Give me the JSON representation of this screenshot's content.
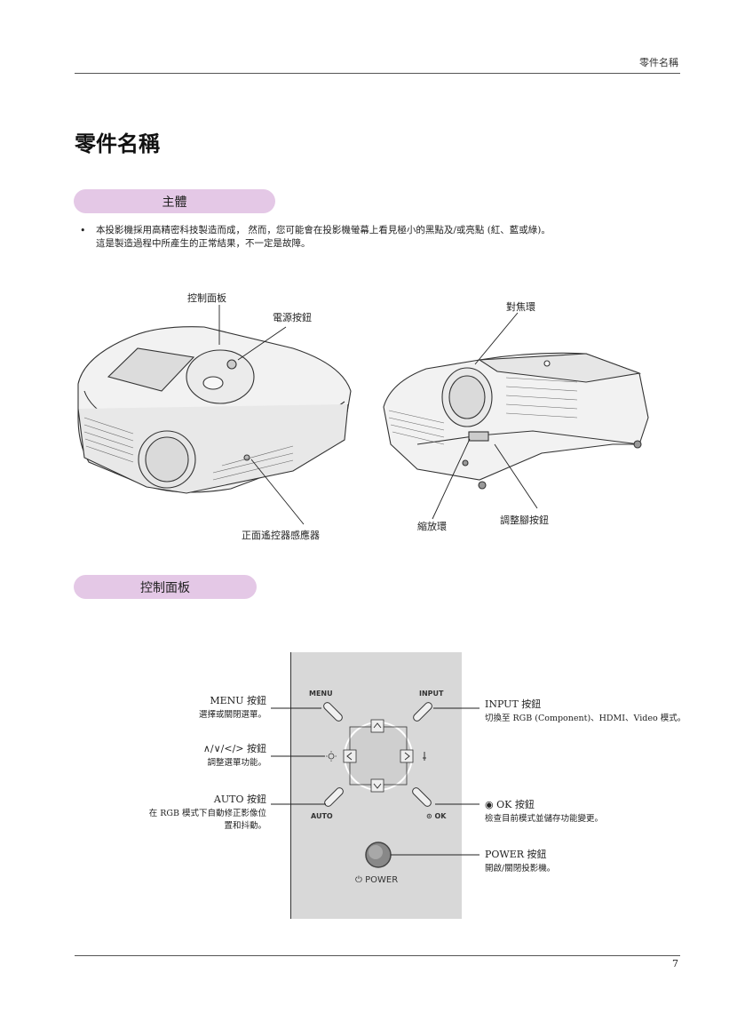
{
  "header": {
    "section_label": "零件名稱"
  },
  "page_title": "零件名稱",
  "sections": {
    "main_body": "主體",
    "control_panel": "控制面板"
  },
  "note": {
    "bullet": "•",
    "line1": "本投影機採用高精密科技製造而成， 然而，您可能會在投影機螢幕上看見極小的黑點及/或亮點 (紅、藍或綠)。",
    "line2": "這是製造過程中所產生的正常結果，不一定是故障。"
  },
  "projector_labels": {
    "control_panel": "控制面板",
    "power_button": "電源按鈕",
    "focus_ring": "對焦環",
    "front_ir_sensor": "正面遙控器感應器",
    "zoom_ring": "縮放環",
    "adjust_foot_button": "調整腳按鈕"
  },
  "panel_markings": {
    "menu": "MENU",
    "input": "INPUT",
    "auto": "AUTO",
    "ok": "⊙ OK",
    "power": "⏻ POWER",
    "left_arrow": "<",
    "right_arrow": ">",
    "up_arrow": "^",
    "down_arrow": "v"
  },
  "callouts": {
    "menu_title": "MENU 按鈕",
    "menu_desc": "選擇或關閉選單。",
    "arrows_title": "∧/∨/</> 按鈕",
    "arrows_desc": "調整選單功能。",
    "auto_title": "AUTO 按鈕",
    "auto_desc1": "在 RGB 模式下自動修正影像位",
    "auto_desc2": "置和抖動。",
    "input_title": "INPUT 按鈕",
    "input_desc": "切換至 RGB (Component)、HDMI、Video 模式。",
    "ok_title": "◉ OK 按鈕",
    "ok_desc": "檢查目前模式並儲存功能變更。",
    "power_title": "POWER 按鈕",
    "power_desc": "開啟/關閉投影機。"
  },
  "page_number": "7"
}
